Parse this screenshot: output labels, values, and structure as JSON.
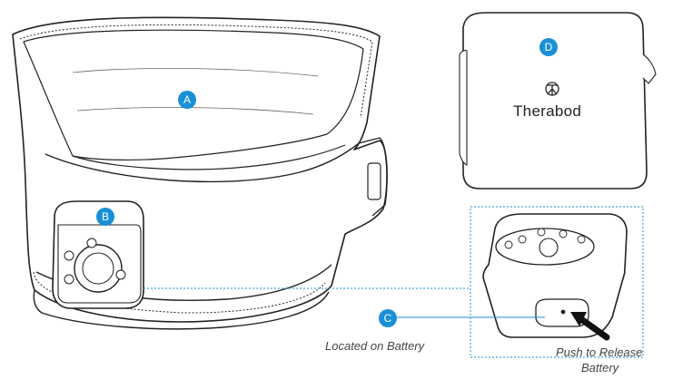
{
  "callouts": {
    "a": "A",
    "b": "B",
    "c": "C",
    "d": "D"
  },
  "brand": {
    "name": "Therabod",
    "logo_icon": "therabody-logo-icon"
  },
  "captions": {
    "battery_location": "Located on Battery",
    "push_release_line1": "Push to Release",
    "push_release_line2": "Battery"
  },
  "colors": {
    "callout": "#1a8fd6",
    "outline": "#222222",
    "leader": "#1a8fd6"
  }
}
